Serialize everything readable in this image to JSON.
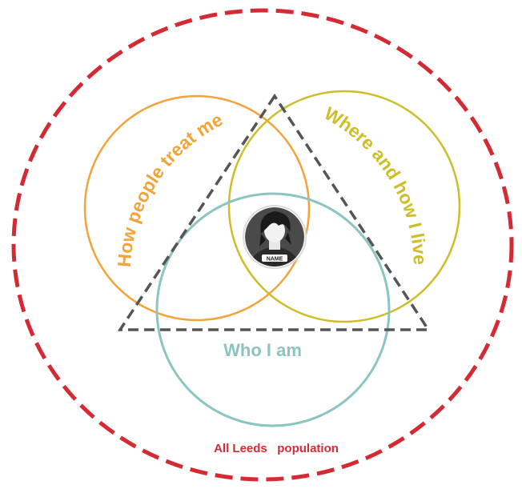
{
  "labels": {
    "how_people_treat_me": "How people treat me",
    "where_and_how_i_live": "Where and how I live",
    "who_i_am": "Who I am",
    "population": "All Leeds   population",
    "avatar_name": "NAME"
  },
  "colors": {
    "outer_boundary": "#d42a34",
    "triangle": "#555555",
    "how_people_treat_me": "#f2a33a",
    "where_and_how_i_live": "#cdbe29",
    "who_i_am": "#8bc4c1",
    "avatar_dark": "#4a4a4a",
    "avatar_hair": "#1a1a1a",
    "avatar_face": "#f2f2f2"
  },
  "icons": {
    "avatar": "person-avatar-icon"
  }
}
